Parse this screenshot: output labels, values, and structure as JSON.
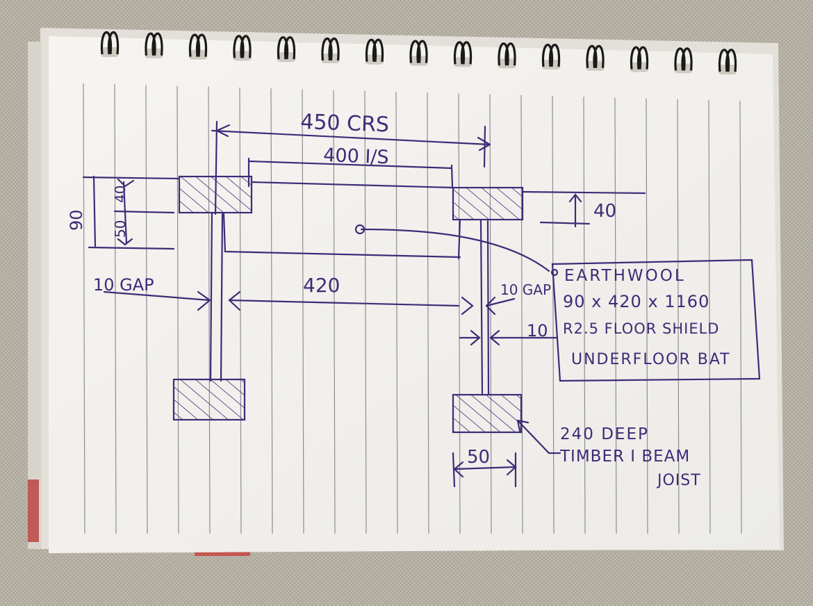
{
  "labels": {
    "centres": "450 CRS",
    "inside_span": "400 I/S",
    "height_total": "90",
    "height_top": "40",
    "height_mid": "50",
    "right_top": "40",
    "gap_left": "10 GAP",
    "span_420": "420",
    "gap_right": "10 GAP",
    "ten": "10",
    "beam_width": "50"
  },
  "note_box": {
    "line1": "EARTHWOOL",
    "line2": "90 x 420 x 1160",
    "line3": "R2.5 FLOOR SHIELD",
    "line4": "UNDERFLOOR BAT"
  },
  "beam_note": {
    "line1": "240 DEEP",
    "line2": "TIMBER I BEAM",
    "line3": "JOIST"
  },
  "colors": {
    "ink": "#3d2b78",
    "paper": "#f4f2ee",
    "rule": "#8e8c92",
    "spiral": "#1a1a1a"
  }
}
